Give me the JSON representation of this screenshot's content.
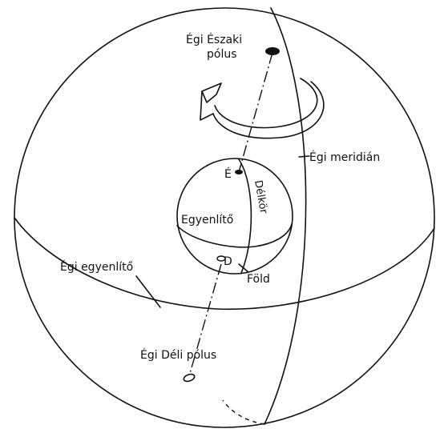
{
  "labels": {
    "north_pole_line1": "Égi Északi",
    "north_pole_line2": "pólus",
    "meridian": "Égi meridián",
    "delkor": "Délkör",
    "north_marker": "É",
    "equator_earth": "Egyenlítő",
    "south_marker": "D",
    "earth": "Föld",
    "celestial_equator": "Égi egyenlítő",
    "south_pole": "Égi Déli pólus"
  },
  "colors": {
    "ink": "#111111",
    "background": "#ffffff"
  }
}
